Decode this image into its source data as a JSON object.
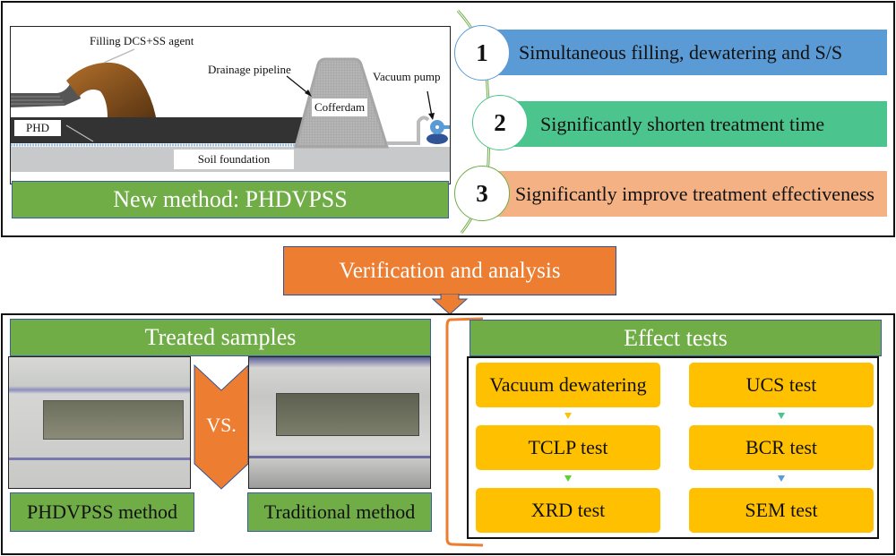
{
  "top_panel": {
    "illustration": {
      "labels": {
        "filling": "Filling DCS+SS agent",
        "drainage": "Drainage pipeline",
        "cofferdam": "Cofferdam",
        "vacuum_pump": "Vacuum pump",
        "phd": "PHD",
        "soil": "Soil foundation"
      }
    },
    "method_banner": "New method: PHDVPSS",
    "features": [
      {
        "number": "1",
        "text": "Simultaneous filling, dewatering and S/S",
        "color": "#5b9bd5",
        "ring": "#5b9bd5"
      },
      {
        "number": "2",
        "text": "Significantly shorten treatment time",
        "color": "#4cc48d",
        "ring": "#4cc48d"
      },
      {
        "number": "3",
        "text": "Significantly improve treatment effectiveness",
        "color": "#f4b183",
        "ring": "#70ad47"
      }
    ]
  },
  "callout": {
    "text": "Verification and analysis",
    "color": "#ed7d31"
  },
  "bottom_panel": {
    "samples": {
      "title": "Treated samples",
      "vs_label": "VS.",
      "left_caption": "PHDVPSS method",
      "right_caption": "Traditional method"
    },
    "effect_tests": {
      "title": "Effect tests",
      "columns": [
        {
          "items": [
            "Vacuum dewatering",
            "TCLP test",
            "XRD test"
          ],
          "arrow_colors": [
            "#ffc000",
            "#5ad22c"
          ]
        },
        {
          "items": [
            "UCS test",
            "BCR test",
            "SEM test"
          ],
          "arrow_colors": [
            "#4cc48d",
            "#5b9bd5"
          ]
        }
      ]
    }
  }
}
